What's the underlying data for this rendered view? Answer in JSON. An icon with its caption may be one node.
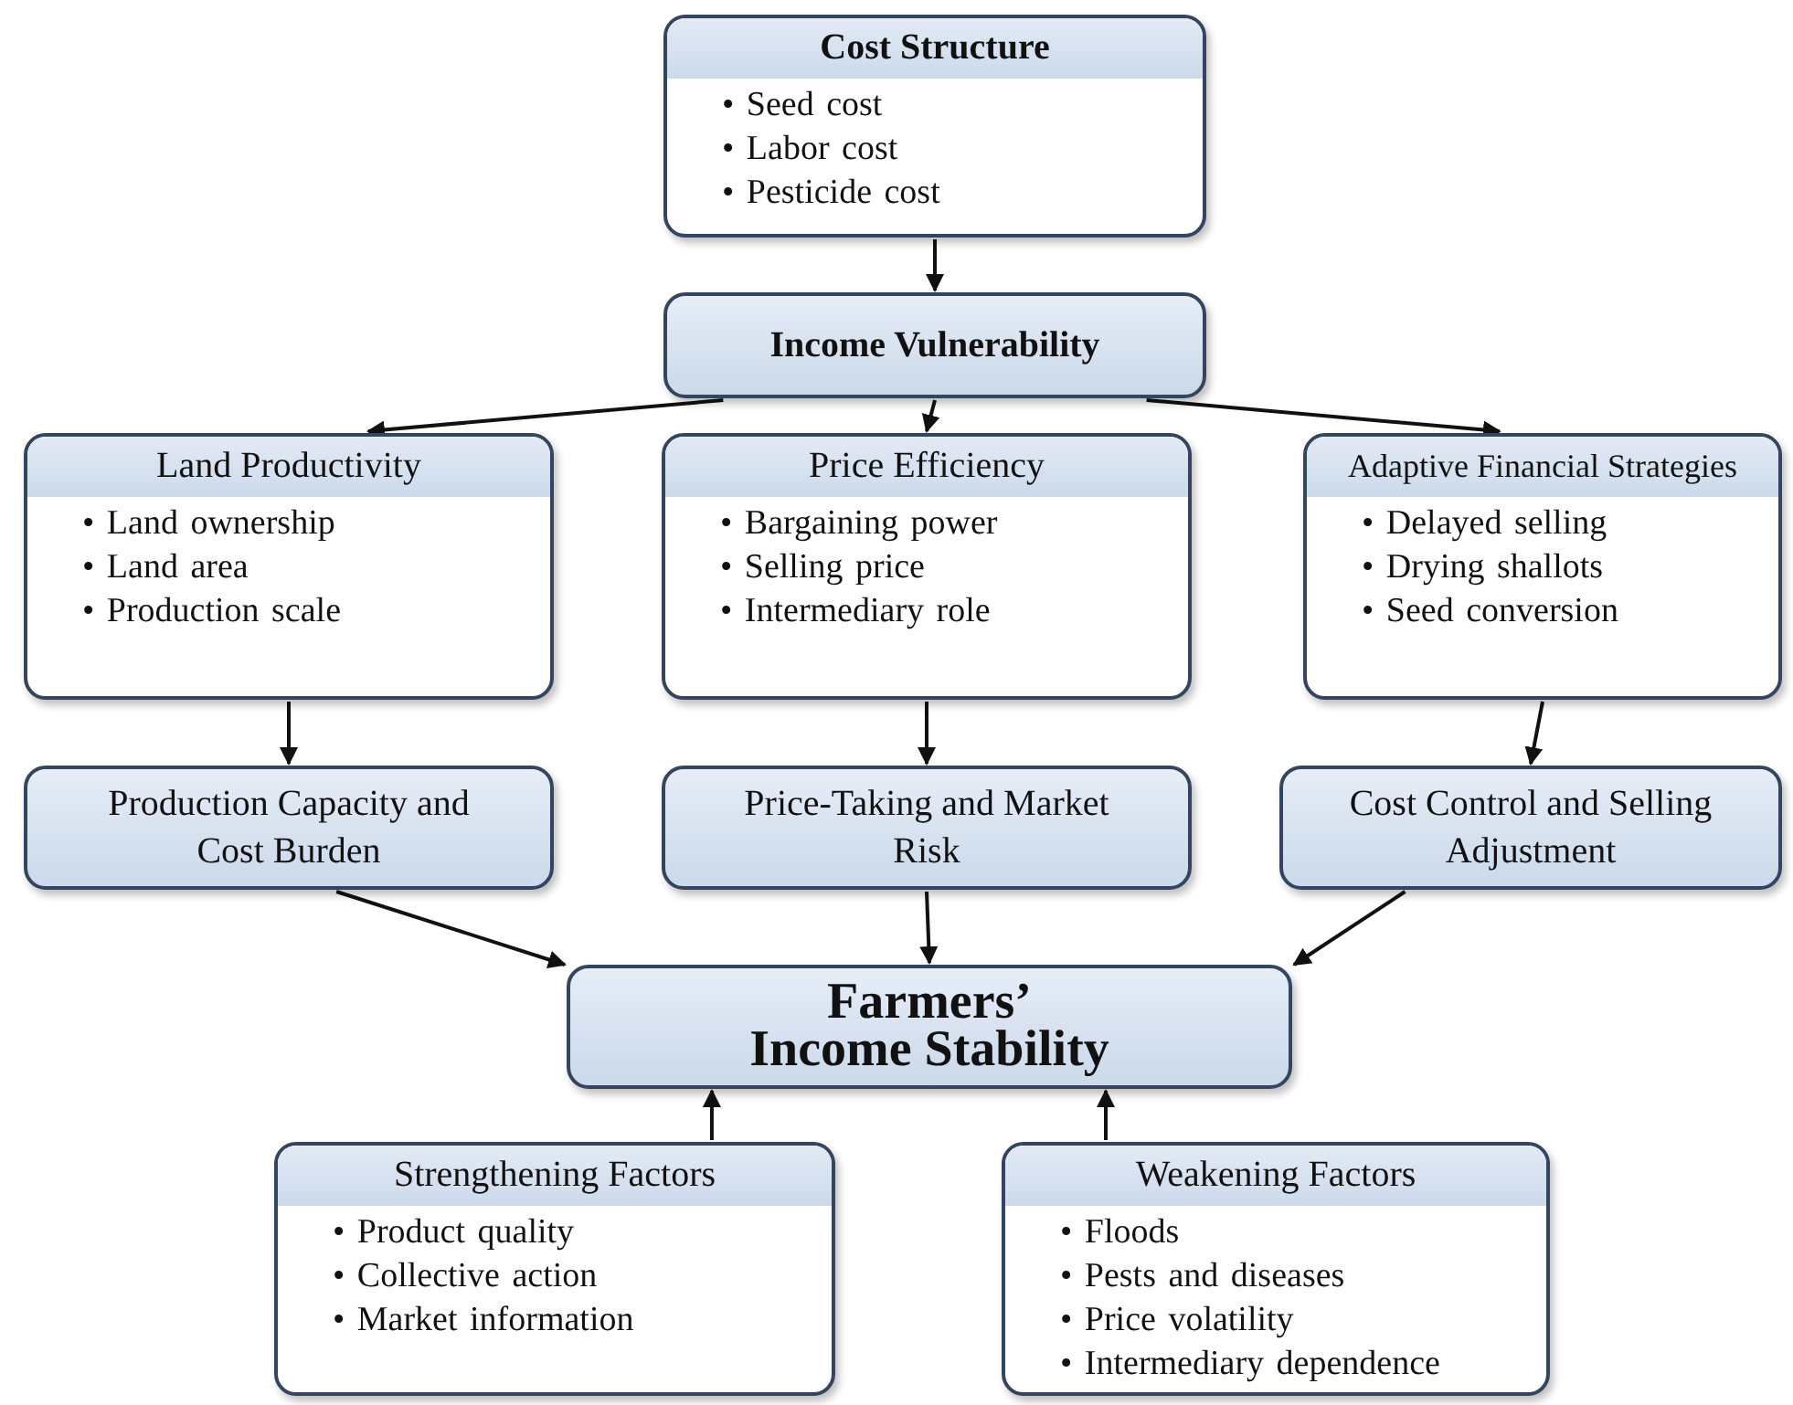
{
  "diagram": {
    "nodes": [
      {
        "text": [
          "Cost Structure",
          "• Seed cost",
          "• Labor cost",
          "• Pesticide cost"
        ]
      },
      {
        "text": [
          "Income Vulnerability"
        ]
      },
      {
        "text": [
          "Land Productivity",
          "• Land ownership",
          "• Land area",
          "• Production scale"
        ]
      },
      {
        "text": [
          "Price Efficiency",
          "• Bargaining power",
          "• Selling price",
          "• Intermediary role"
        ]
      },
      {
        "text": [
          "Adaptive Financial Strategies",
          "• Delayed selling",
          "• Drying shallots",
          "• Seed conversion"
        ]
      },
      {
        "text": [
          "Production Capacity and Cost Burden"
        ]
      },
      {
        "text": [
          "Price-Taking and Market Risk"
        ]
      },
      {
        "text": [
          "Cost Control and Selling Adjustment"
        ]
      },
      {
        "text": [
          "Farmers’ Income Stability"
        ]
      },
      {
        "text": [
          "Strengthening Factors",
          "• Product quality",
          "• Collective action",
          "• Market information"
        ]
      },
      {
        "text": [
          "Weakening Factors",
          "• Floods",
          "• Pests and diseases",
          "• Price volatility",
          "• Intermediary dependence"
        ]
      }
    ],
    "edges": [
      {
        "from": 0,
        "to": 1,
        "arrow": "to"
      },
      {
        "from": 1,
        "to": 2,
        "arrow": "to"
      },
      {
        "from": 1,
        "to": 3,
        "arrow": "to"
      },
      {
        "from": 1,
        "to": 4,
        "arrow": "to"
      },
      {
        "from": 2,
        "to": 5,
        "arrow": "to"
      },
      {
        "from": 3,
        "to": 6,
        "arrow": "to"
      },
      {
        "from": 4,
        "to": 7,
        "arrow": "to"
      },
      {
        "from": 5,
        "to": 8,
        "arrow": "to"
      },
      {
        "from": 6,
        "to": 8,
        "arrow": "to"
      },
      {
        "from": 7,
        "to": 8,
        "arrow": "to"
      },
      {
        "from": 9,
        "to": 8,
        "arrow": "to"
      },
      {
        "from": 10,
        "to": 8,
        "arrow": "to"
      }
    ]
  }
}
